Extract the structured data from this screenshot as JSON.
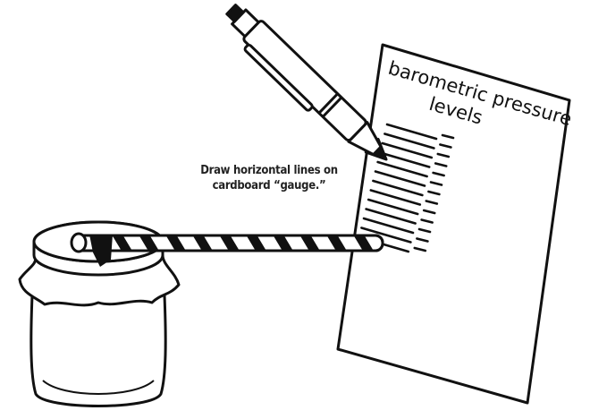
{
  "caption": {
    "line1": "Draw horizontal lines on",
    "line2": "cardboard “gauge.”"
  },
  "paper": {
    "title_line1": "barometric pressure",
    "title_line2": "levels"
  },
  "colors": {
    "ink": "#111111",
    "background": "#ffffff"
  }
}
